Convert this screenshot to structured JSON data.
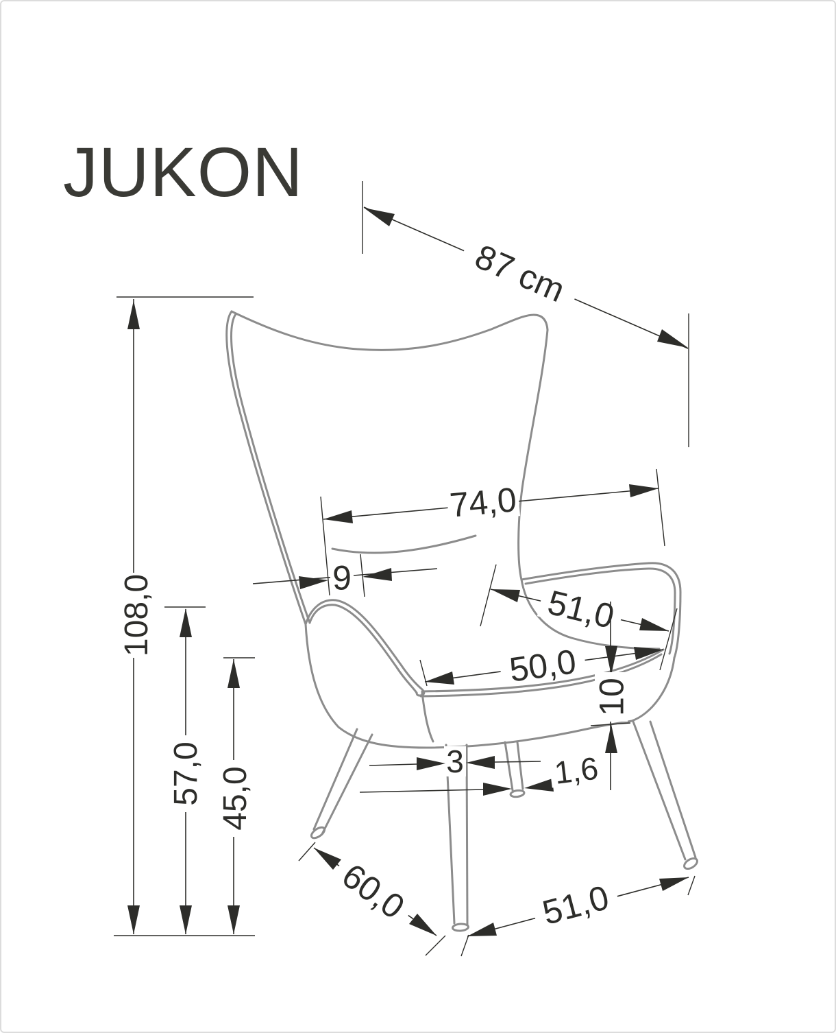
{
  "title": "JUKON",
  "dims": {
    "back_diag": "87 cm",
    "back_width": "74,0",
    "headrest": "9",
    "seat_depth": "51,0",
    "seat_width": "50,0",
    "cushion": "10",
    "height_total": "108,0",
    "height_arm": "57,0",
    "height_seat": "45,0",
    "leg_top": "3",
    "leg_bottom": "1,6",
    "base_depth": "60,0",
    "base_width": "51,0"
  },
  "colors": {
    "drawing_line": "#8c8c8c",
    "dimension_line": "#2d2d2a",
    "title_text": "#3a3a35",
    "background": "#ffffff",
    "frame_border": "#dcdcdc"
  }
}
